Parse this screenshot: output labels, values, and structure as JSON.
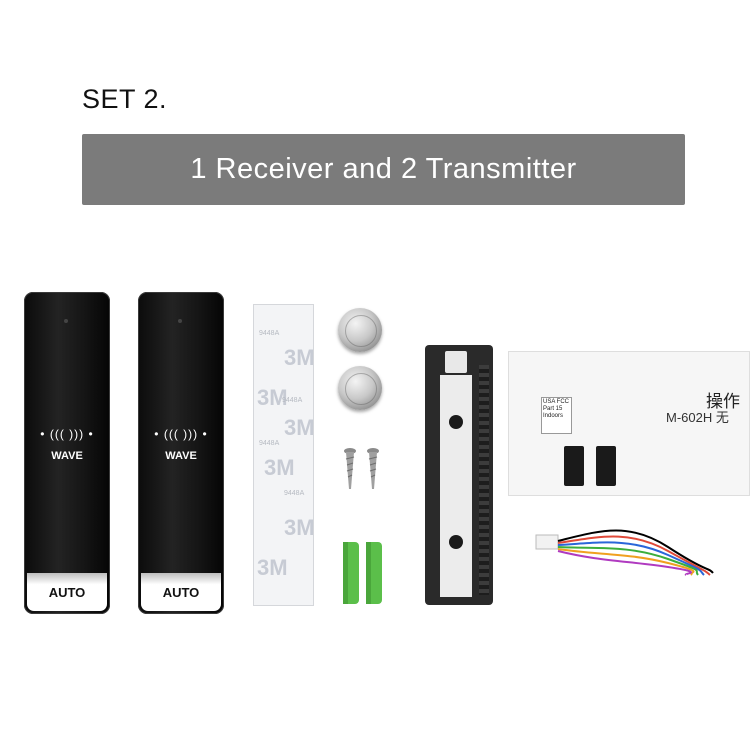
{
  "set_label": "SET 2.",
  "banner_text": "1 Receiver and 2 Transmitter",
  "transmitters": [
    {
      "label": "WAVE",
      "button": "AUTO"
    },
    {
      "label": "WAVE",
      "button": "AUTO"
    }
  ],
  "tape_marks": [
    "3M",
    "9448A"
  ],
  "box": {
    "title": "操作",
    "model": "M-602H  无",
    "fcc_lines": [
      "USA FCC",
      "Part 15",
      "Indoors"
    ]
  },
  "colors": {
    "banner": "#7b7b7b",
    "plug_green": "#5bbf4a",
    "receiver_body": "#2a2a2a"
  }
}
